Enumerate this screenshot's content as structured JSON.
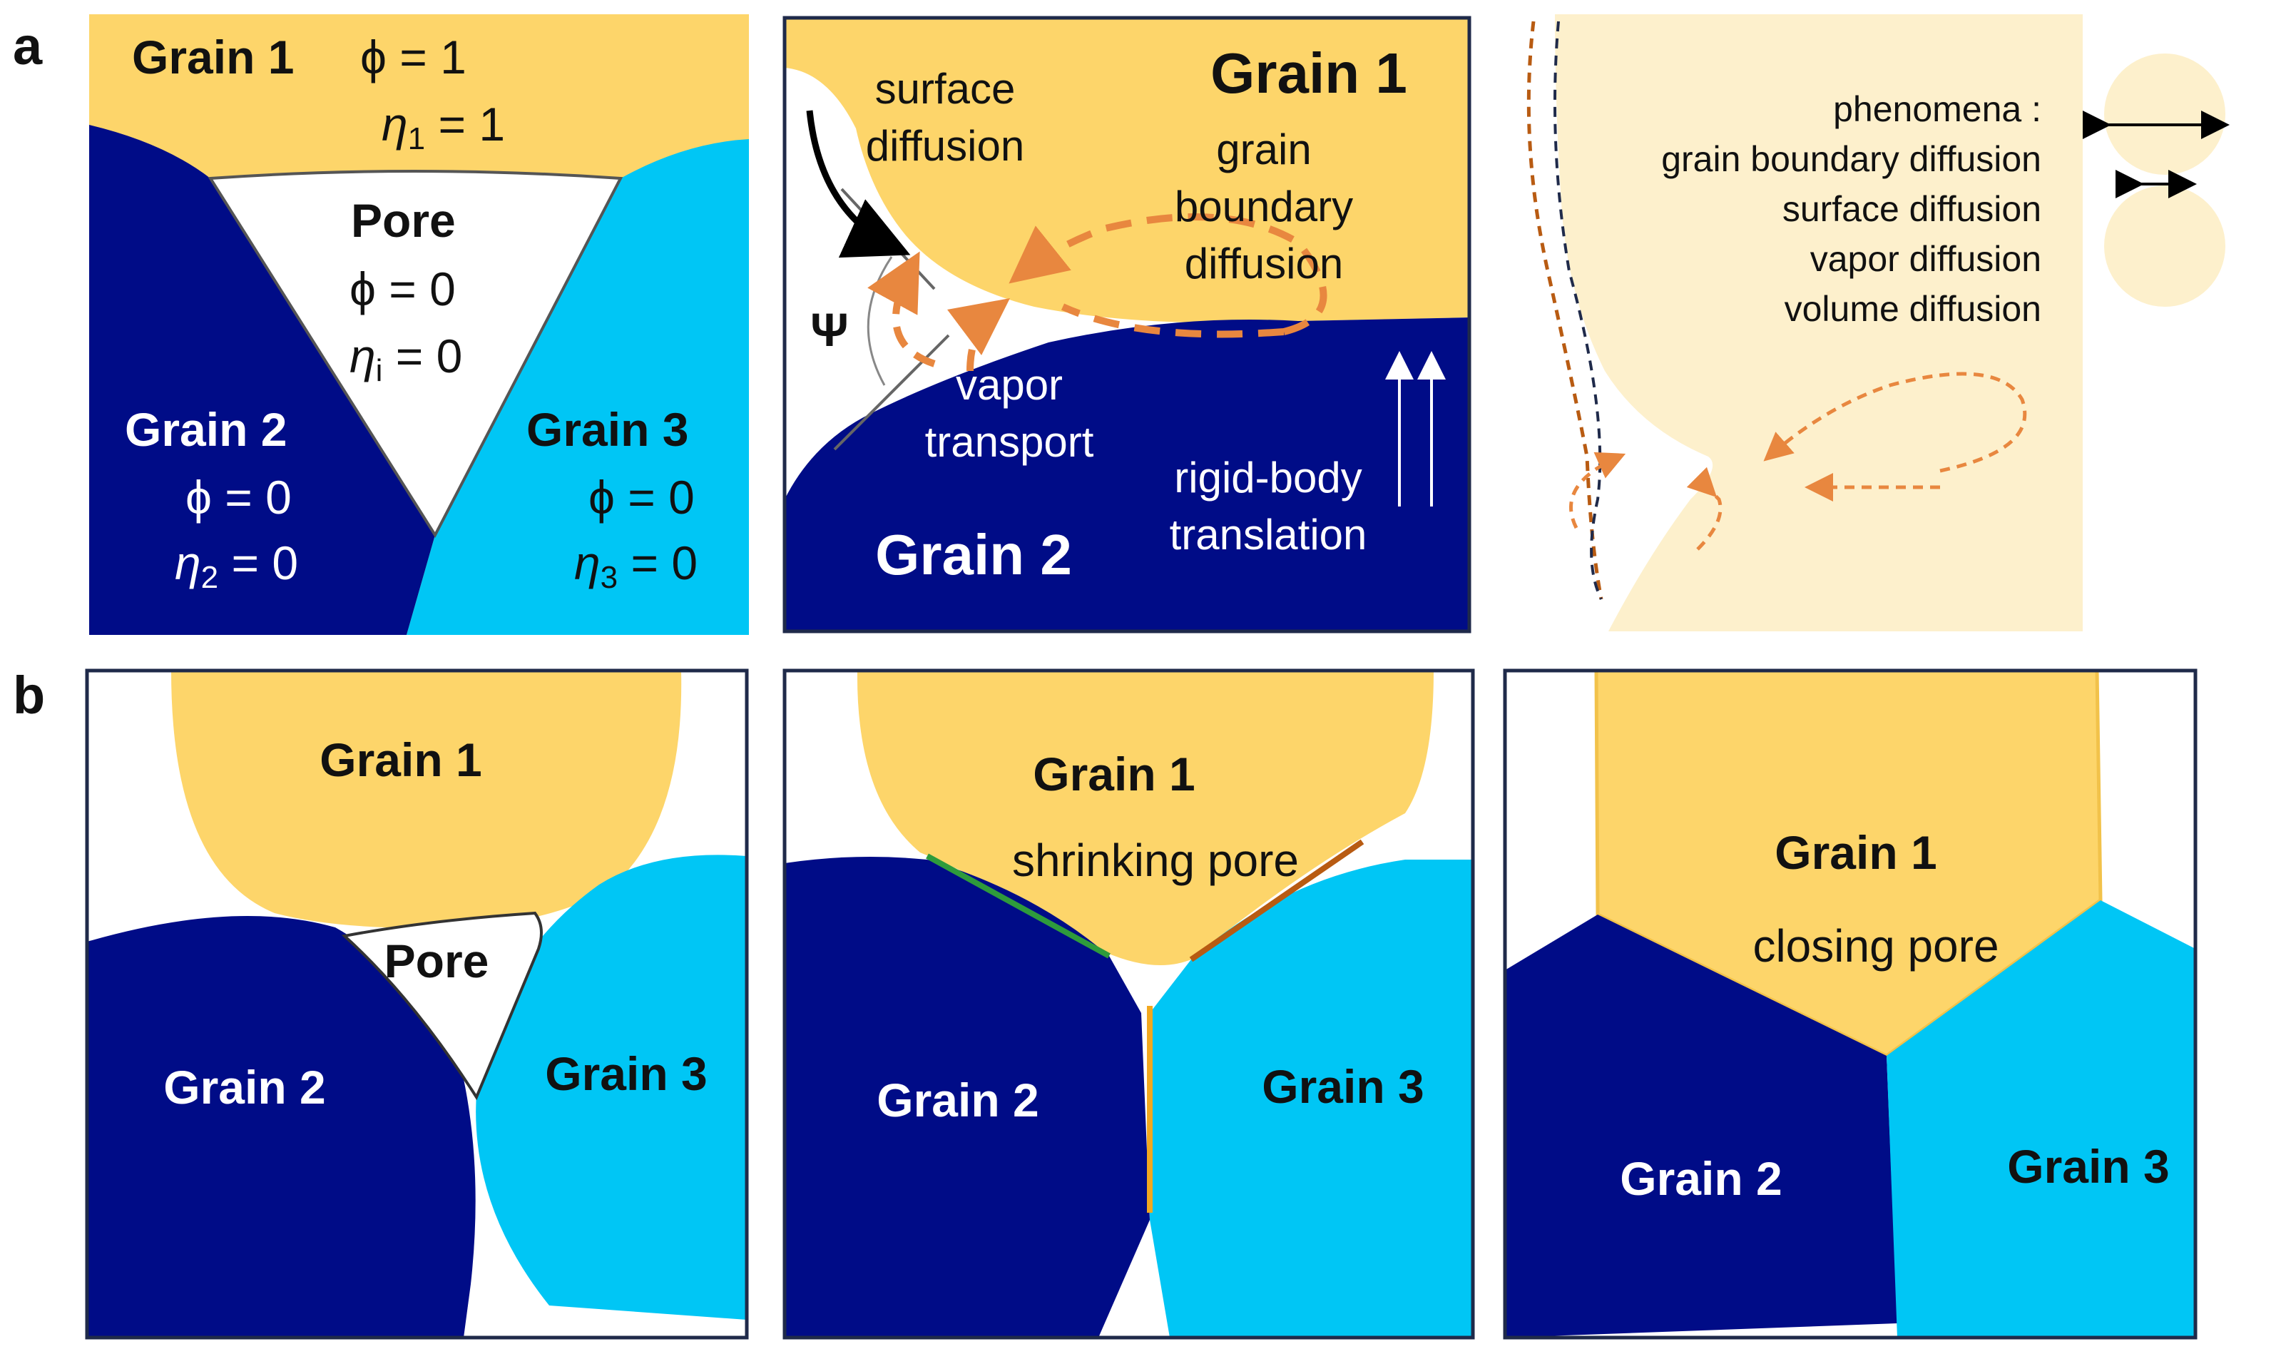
{
  "panel_labels": {
    "a": "a",
    "b": "b"
  },
  "colors": {
    "grain1": "#FDD56A",
    "grain2": "#000C87",
    "grain3": "#00C6F5",
    "light": "#FDF0CC",
    "arrow_orange": "#E8873F",
    "frame": "#1f2a4a",
    "green_boundary": "#2E9B3C",
    "brown_boundary": "#B85B12",
    "orange_boundary": "#F2A81F"
  },
  "a1": {
    "grain1": "Grain 1",
    "phi1": "ϕ = 1",
    "eta1_sym": "η",
    "eta1_sub": "1",
    "eta1_val": " = 1",
    "pore": "Pore",
    "phi_pore": "ϕ = 0",
    "eta_pore_sym": "η",
    "eta_pore_sub": "i",
    "eta_pore_val": " = 0",
    "grain2": "Grain 2",
    "phi2": "ϕ = 0",
    "eta2_sym": "η",
    "eta2_sub": "2",
    "eta2_val": " = 0",
    "grain3": "Grain 3",
    "phi3": "ϕ = 0",
    "eta3_sym": "η",
    "eta3_sub": "3",
    "eta3_val": " = 0"
  },
  "a2": {
    "surface_1": "surface",
    "surface_2": "diffusion",
    "grain1": "Grain 1",
    "gb_1": "grain",
    "gb_2": "boundary",
    "gb_3": "diffusion",
    "psi": "Ψ",
    "vapor_1": "vapor",
    "vapor_2": "transport",
    "rigid_1": "rigid-body",
    "rigid_2": "translation",
    "grain2": "Grain 2"
  },
  "a3": {
    "title": "phenomena :",
    "items": [
      "grain boundary diffusion",
      "surface diffusion",
      "vapor diffusion",
      "volume diffusion"
    ]
  },
  "b1": {
    "grain1": "Grain 1",
    "pore": "Pore",
    "grain2": "Grain 2",
    "grain3": "Grain 3"
  },
  "b2": {
    "grain1": "Grain 1",
    "note": "shrinking pore",
    "grain2": "Grain 2",
    "grain3": "Grain 3"
  },
  "b3": {
    "grain1": "Grain 1",
    "note": "closing pore",
    "grain2": "Grain 2",
    "grain3": "Grain 3"
  }
}
